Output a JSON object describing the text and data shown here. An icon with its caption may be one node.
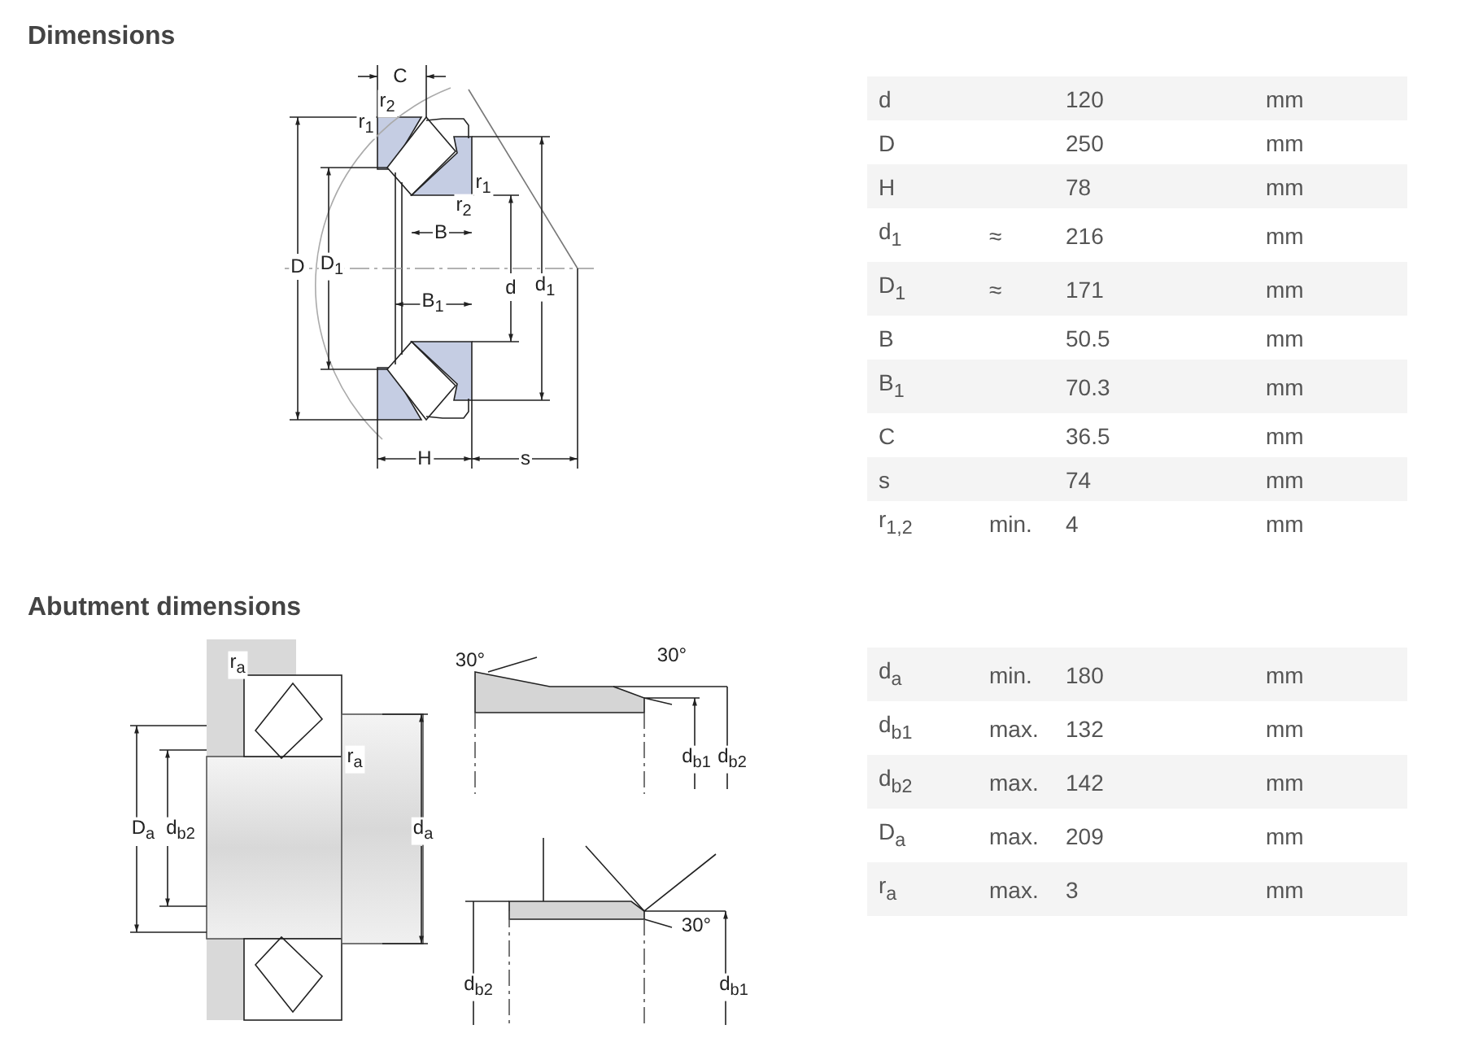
{
  "diagram": {
    "labels": [
      "Dimensions",
      "C",
      "r$_{2}$",
      "r$_{1}$",
      "r$_{1}$",
      "r$_{2}$",
      "B",
      "D",
      "D$_{1}$",
      "d",
      "d$_{1}$",
      "B$_{1}$",
      "H",
      "s",
      "d",
      "120",
      "mm",
      "D",
      "250",
      "mm",
      "H",
      "78",
      "mm",
      "d$_{1}$",
      "≈",
      "216",
      "mm",
      "D$_{1}$",
      "≈",
      "171",
      "mm",
      "B",
      "50.5",
      "mm",
      "B$_{1}$",
      "70.3",
      "mm",
      "C",
      "36.5",
      "mm",
      "s",
      "74",
      "mm",
      "r$_{1,2}$",
      "min.",
      "4",
      "mm",
      "Abutment dimensions",
      "r$_{a}$",
      "r$_{a}$",
      "D$_{a}$",
      "d$_{b2}$",
      "d$_{a}$",
      "30°",
      "30°",
      "d$_{b1}$",
      "d$_{b2}$",
      "d$_{b2}$",
      "30°",
      "d$_{b1}$",
      "d$_{a}$",
      "min.",
      "180",
      "mm",
      "d$_{b1}$",
      "max.",
      "132",
      "mm",
      "d$_{b2}$",
      "max.",
      "142",
      "mm",
      "D$_{a}$",
      "max.",
      "209",
      "mm",
      "r$_{a}$",
      "max.",
      "3",
      "mm"
    ]
  }
}
